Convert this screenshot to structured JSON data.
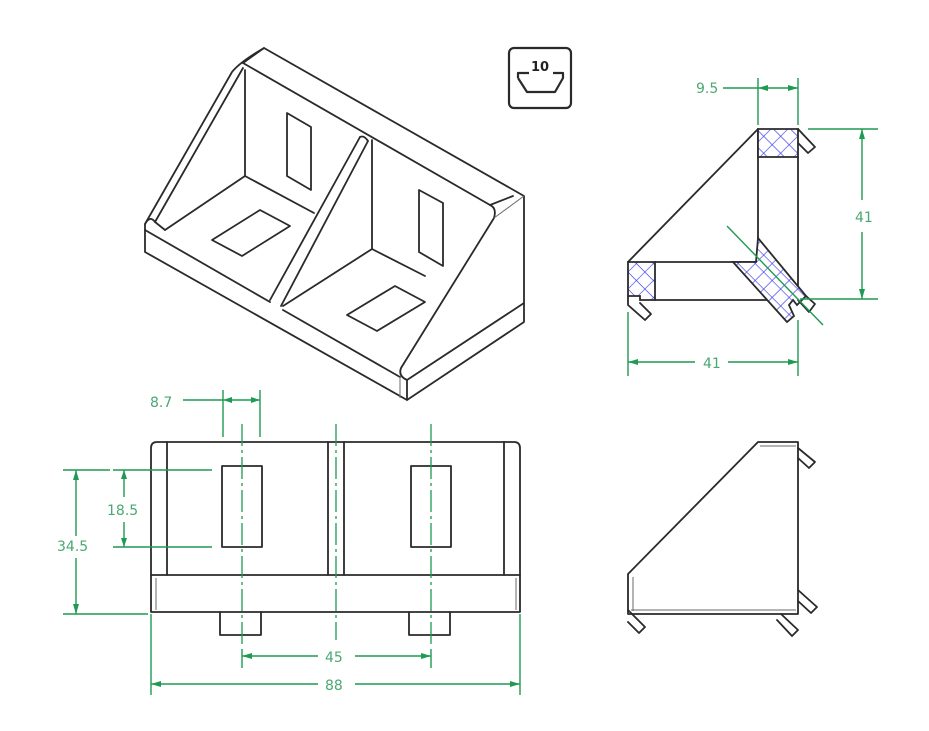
{
  "drawing": {
    "title": "Corner bracket 2x, slot 10 technical drawing",
    "views": [
      "isometric",
      "section",
      "front",
      "side"
    ],
    "colors": {
      "outline": "#2a2a2a",
      "dimension": "#1e9a52",
      "hatch": "#3c3cf0"
    }
  },
  "slot_icon": {
    "label": "10",
    "name": "slot-size-10"
  },
  "section_view": {
    "dims": {
      "wall_thickness": "9.5",
      "height": "41",
      "width": "41"
    }
  },
  "front_view": {
    "dims": {
      "hole_width": "8.7",
      "hole_height": "18.5",
      "total_height": "34.5",
      "hole_spacing": "45",
      "total_length": "88"
    }
  }
}
